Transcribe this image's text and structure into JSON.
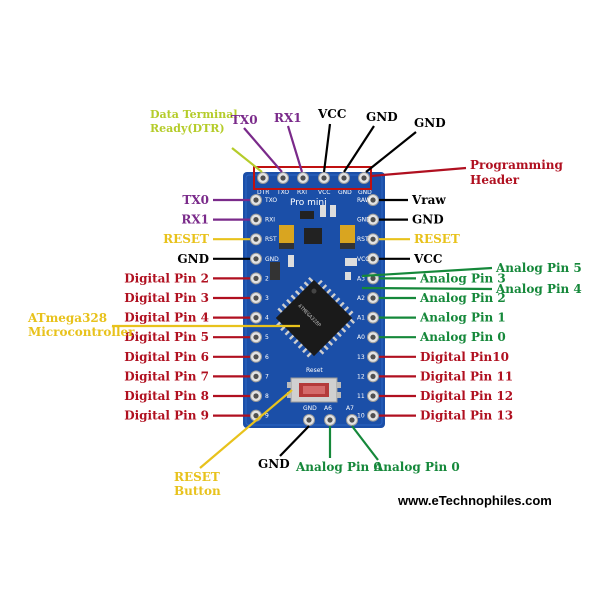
{
  "colors": {
    "red": "#b01020",
    "green": "#15883a",
    "yellow": "#e8c21c",
    "purple": "#7a2a8a",
    "black": "#000000",
    "board": "#1b4fa8"
  },
  "board": {
    "title": "Pro mini",
    "reset_text": "Reset",
    "chip_text": "ATMEGA328P",
    "header_pins": [
      "DTR",
      "TXO",
      "RXI",
      "VCC",
      "GND",
      "GND"
    ],
    "left_pins": [
      "TXO",
      "RXI",
      "RST",
      "GND",
      "2",
      "3",
      "4",
      "5",
      "6",
      "7",
      "8",
      "9"
    ],
    "right_pins": [
      "RAW",
      "GND",
      "RST",
      "VCC",
      "A3",
      "A2",
      "A1",
      "A0",
      "13",
      "12",
      "11",
      "10"
    ],
    "bottom_pins": [
      "GND",
      "A6",
      "A7"
    ]
  },
  "labels": {
    "dtr_line1": "Data Terminal",
    "dtr_line2": "Ready(DTR)",
    "tx0_top": "TX0",
    "rx1_top": "RX1",
    "vcc_top": "VCC",
    "gnd_top1": "GND",
    "gnd_top2": "GND",
    "programming_line1": "Programming",
    "programming_line2": "Header",
    "left": [
      "TX0",
      "RX1",
      "RESET",
      "GND",
      "Digital Pin 2",
      "Digital Pin 3",
      "Digital Pin 4",
      "Digital Pin 5",
      "Digital Pin 6",
      "Digital Pin 7",
      "Digital Pin 8",
      "Digital Pin 9"
    ],
    "right": [
      "Vraw",
      "GND",
      "RESET",
      "VCC",
      "Analog Pin 3",
      "Analog Pin 2",
      "Analog Pin 1",
      "Analog Pin 0",
      "Digital Pin10",
      "Digital Pin 11",
      "Digital Pin 12",
      "Digital Pin 13"
    ],
    "analog5": "Analog Pin 5",
    "analog4": "Analog Pin 4",
    "atmega_line1": "ATmega328",
    "atmega_line2": "Microcontroller",
    "reset_btn_line1": "RESET",
    "reset_btn_line2": "Button",
    "bottom_gnd": "GND",
    "bottom_a0_left": "Analog Pin 0",
    "bottom_a0_right": "Analog Pin 0",
    "website": "www.eTechnophiles.com"
  }
}
